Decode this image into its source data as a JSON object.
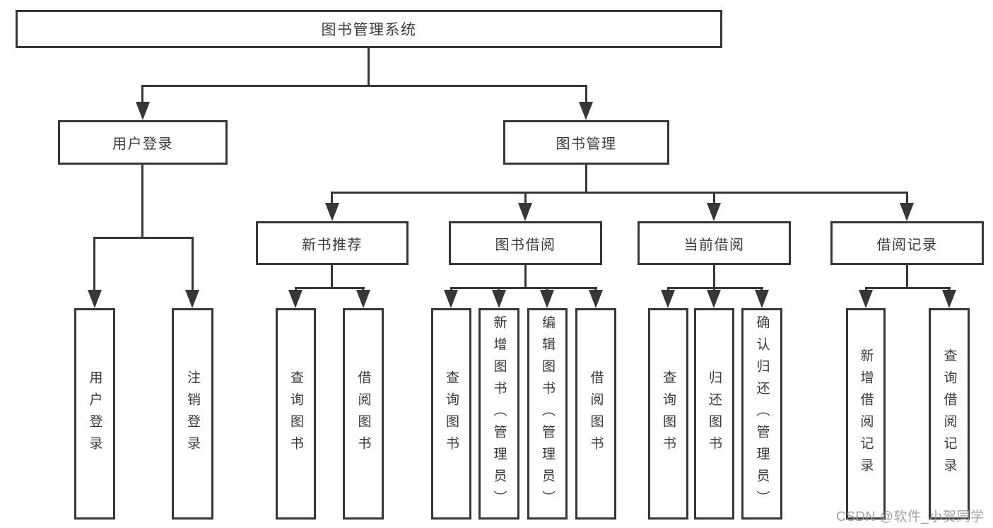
{
  "nodes": {
    "root": "图书管理系统",
    "level2": [
      "用户登录",
      "图书管理"
    ],
    "level3": [
      "新书推荐",
      "图书借阅",
      "当前借阅",
      "借阅记录"
    ],
    "leaves": [
      "用户登录",
      "注销登录",
      "查询图书",
      "借阅图书",
      "查询图书",
      "新增图书（管理员）",
      "编辑图书（管理员）",
      "借阅图书",
      "查询图书",
      "归还图书",
      "确认归还（管理员）",
      "新增借阅记录",
      "查询借阅记录"
    ]
  },
  "watermark": "CSDN @软件_小贺同学",
  "colors": {
    "line": "#373737",
    "text": "#3a3a3a",
    "watermark": "#969696",
    "background": "#ffffff"
  }
}
